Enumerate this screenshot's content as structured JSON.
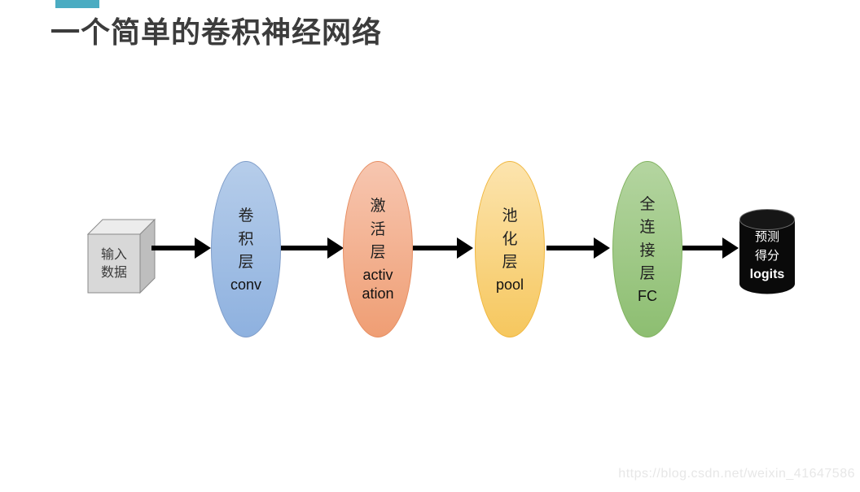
{
  "page": {
    "title": "一个简单的卷积神经网络",
    "watermark": "https://blog.csdn.net/weixin_41647586",
    "accent_color": "#4BACC2",
    "background_color": "#FFFFFF"
  },
  "diagram": {
    "input": {
      "lines": [
        "输入",
        "数据"
      ],
      "fill": "#D8D8D8"
    },
    "layers": [
      {
        "zh": "卷积层",
        "en_lines": [
          "conv"
        ],
        "fill_top": "#B6CDEA",
        "fill_bottom": "#8EB1DF",
        "border": "#7F9DC9"
      },
      {
        "zh": "激活层",
        "en_lines": [
          "activ",
          "ation"
        ],
        "fill_top": "#F7C6B0",
        "fill_bottom": "#EF9E74",
        "border": "#E78E62"
      },
      {
        "zh": "池化层",
        "en_lines": [
          "pool"
        ],
        "fill_top": "#FCE4AE",
        "fill_bottom": "#F6C75E",
        "border": "#F0B73F"
      },
      {
        "zh": "全连接层",
        "en_lines": [
          "FC"
        ],
        "fill_top": "#B4D5A0",
        "fill_bottom": "#8DBE71",
        "border": "#82B360"
      }
    ],
    "output": {
      "zh_lines": [
        "预测",
        "得分"
      ],
      "en": "logits",
      "fill": "#0A0A0A",
      "text_color": "#FFFFFF"
    },
    "arrow_color": "#000000"
  }
}
